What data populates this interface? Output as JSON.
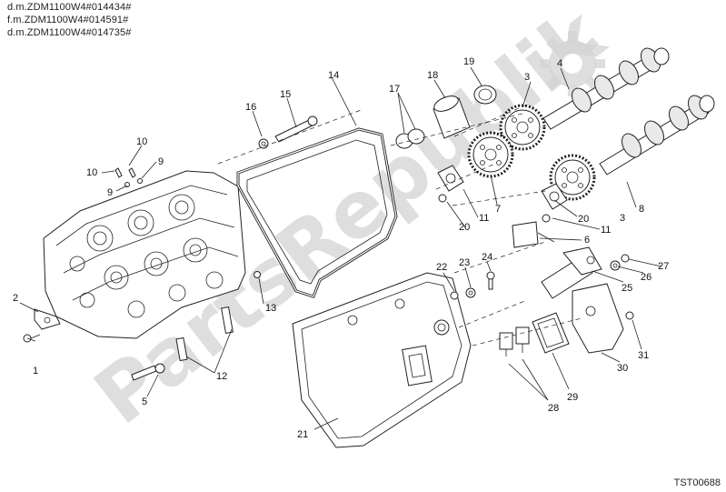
{
  "header": {
    "line1": "d.m.ZDM1100W4#014434#",
    "line2": "f.m.ZDM1100W4#014591#",
    "line3": "d.m.ZDM1100W4#014735#"
  },
  "watermark": {
    "text": "PartsRepublik",
    "color": "#d3d3d3"
  },
  "diagram_code": "TST00688",
  "callouts": {
    "c1": "1",
    "c2": "2",
    "c3a": "3",
    "c3b": "3",
    "c4": "4",
    "c5": "5",
    "c6": "6",
    "c7": "7",
    "c8": "8",
    "c9a": "9",
    "c9b": "9",
    "c10a": "10",
    "c10b": "10",
    "c11a": "11",
    "c11b": "11",
    "c12": "12",
    "c13": "13",
    "c14": "14",
    "c15": "15",
    "c16": "16",
    "c17": "17",
    "c18": "18",
    "c19": "19",
    "c20a": "20",
    "c20b": "20",
    "c21": "21",
    "c22": "22",
    "c23": "23",
    "c24": "24",
    "c25": "25",
    "c26": "26",
    "c27": "27",
    "c28": "28",
    "c29": "29",
    "c30": "30",
    "c31": "31"
  }
}
